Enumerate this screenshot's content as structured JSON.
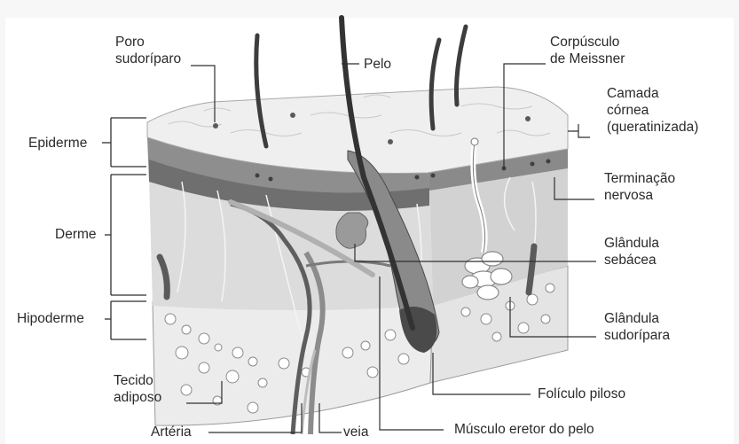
{
  "labels": {
    "poro": "Poro\nsudoríparo",
    "pelo": "Pelo",
    "meissner": "Corpúsculo\nde Meissner",
    "camada": "Camada\ncórnea\n(queratinizada)",
    "terminacao": "Terminação\nnervosa",
    "sebacea": "Glândula\nsebácea",
    "sudoripara": "Glândula\nsudorípara",
    "foliculo": "Folículo piloso",
    "musculo": "Músculo eretor do pelo",
    "veia": "veia",
    "arteria": "Artéria",
    "tecido": "Tecido\nadiposo",
    "epiderme": "Epiderme",
    "derme": "Derme",
    "hipoderme": "Hipoderme"
  },
  "colors": {
    "epidermis_top": "#ebebeb",
    "dermis": "#dedede",
    "fat": "#e9e9e9",
    "hair": "#3d3d3d",
    "lines": "#2f2f2f"
  }
}
